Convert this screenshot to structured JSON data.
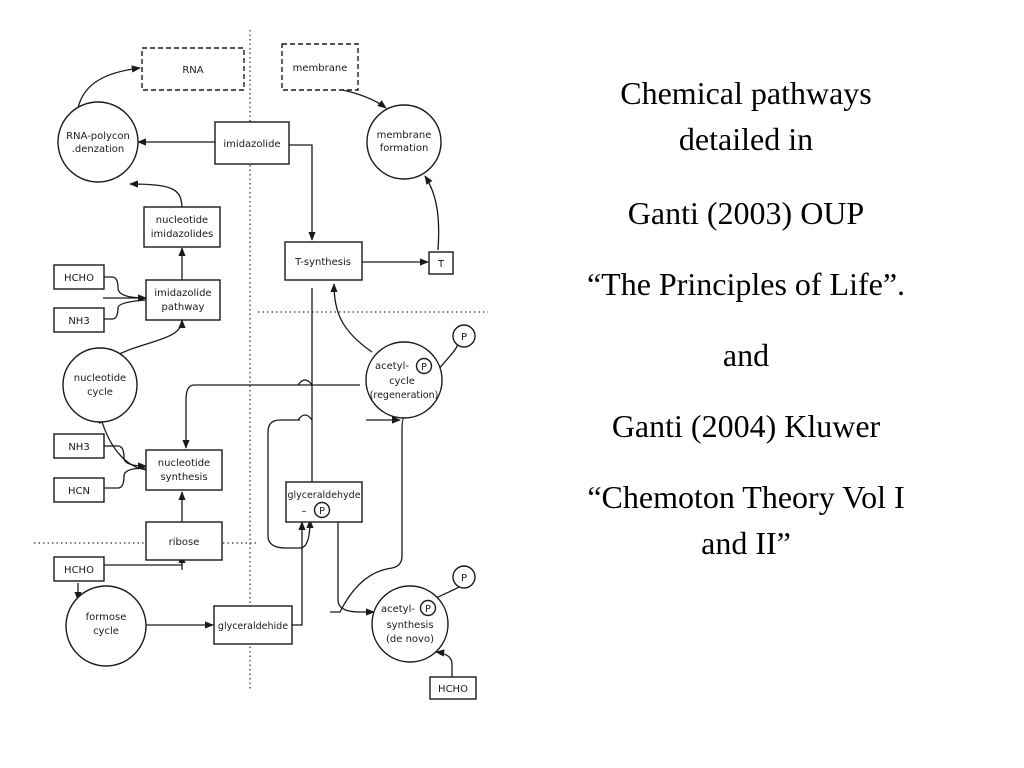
{
  "caption": {
    "line1": "Chemical pathways",
    "line2": "detailed in",
    "line3": "Ganti (2003) OUP",
    "line4": "“The Principles of Life”.",
    "line5": "and",
    "line6": "Ganti (2004) Kluwer",
    "line7": "“Chemoton Theory Vol I",
    "line8": "and II”"
  },
  "diagram": {
    "rna": "RNA",
    "membrane": "membrane",
    "rna_poly_1": "RNA-polycon",
    "rna_poly_2": ".denzation",
    "imidazolide": "imidazolide",
    "membrane_formation_1": "membrane",
    "membrane_formation_2": "formation",
    "nucleotide_imidazolides_1": "nucleotide",
    "nucleotide_imidazolides_2": "imidazolides",
    "t_synthesis": "T-synthesis",
    "t": "T",
    "hcho_1": "HCHO",
    "imidazolide_pathway_1": "imidazolide",
    "imidazolide_pathway_2": "pathway",
    "nh3_1": "NH3",
    "p_1": "P",
    "acetyl_cycle_1": "acetyl-",
    "acetyl_cycle_p": "P",
    "acetyl_cycle_2": "cycle",
    "acetyl_cycle_3": "(regeneration)",
    "nucleotide_cycle_1": "nucleotide",
    "nucleotide_cycle_2": "cycle",
    "nh3_2": "NH3",
    "nucleotide_synthesis_1": "nucleotide",
    "nucleotide_synthesis_2": "synthesis",
    "hcn": "HCN",
    "glyceraldehyde_p_1": "glyceraldehyde",
    "glyceraldehyde_p_2": "P",
    "ribose": "ribose",
    "hcho_2": "HCHO",
    "p_2": "P",
    "formose_1": "formose",
    "formose_2": "cycle",
    "glyceraldehide": "glyceraldehide",
    "acetyl_synthesis_1": "acetyl-",
    "acetyl_synthesis_p": "P",
    "acetyl_synthesis_2": "synthesis",
    "acetyl_synthesis_3": "(de novo)",
    "hcho_3": "HCHO"
  }
}
